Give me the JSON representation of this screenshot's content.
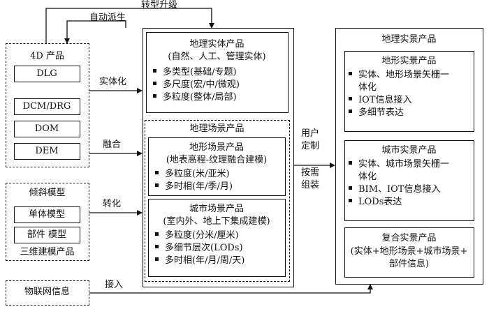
{
  "upgrade_label": "转型升级",
  "auto_derive_label": "自动派生",
  "four_d": {
    "title": "4D 产品",
    "items": [
      "DLG",
      "DCM/DRG",
      "DOM",
      "DEM"
    ]
  },
  "oblique": {
    "title": "倾斜模型",
    "items": [
      "单体模型",
      "部件 模型"
    ],
    "footer": "三维建模产品"
  },
  "iot": {
    "label": "物联网信息"
  },
  "arrows": {
    "entity": "实体化",
    "fuse": "融合",
    "convert": "转化",
    "access": "接入"
  },
  "middle": {
    "user_custom": [
      "用户",
      "定制"
    ],
    "on_demand": [
      "按需",
      "组装"
    ]
  },
  "geo_entity": {
    "title": "地理实体产品",
    "subtitle": "(自然、人工、管理实体)",
    "bullets": [
      "多类型(基础/专题)",
      "多尺度(宏/中/微观)",
      "多粒度(整体/局部)"
    ]
  },
  "geo_scene": {
    "title": "地理场景产品",
    "terrain": {
      "title": "地形场景产品",
      "subtitle": "(地表高程-纹理融合建模)",
      "bullets": [
        "多粒度(米/亚米)",
        "多时相(年/季/月)"
      ]
    },
    "city": {
      "title": "城市场景产品",
      "subtitle": "(室内外、地上下集成建模)",
      "bullets": [
        "多粒度(分米/厘米)",
        "多细节层次(LODs)",
        "多时相(年/月/周/天)"
      ]
    }
  },
  "real_scene": {
    "title": "地理实景产品",
    "terrain": {
      "title": "地形实景产品",
      "bullets": [
        [
          "实体、地形场景矢栅一",
          "体化"
        ],
        [
          "IOT信息接入"
        ],
        [
          "多细节表达"
        ]
      ]
    },
    "city": {
      "title": "城市实景产品",
      "bullets": [
        [
          "实体、城市场景矢栅一",
          "体化"
        ],
        [
          "BIM、IOT信息接入"
        ],
        [
          "LODs表达"
        ]
      ]
    },
    "composite": {
      "title": "复合实景产品",
      "lines": [
        "(实体+地形场景+城市场景+",
        "部件信息)"
      ]
    }
  }
}
